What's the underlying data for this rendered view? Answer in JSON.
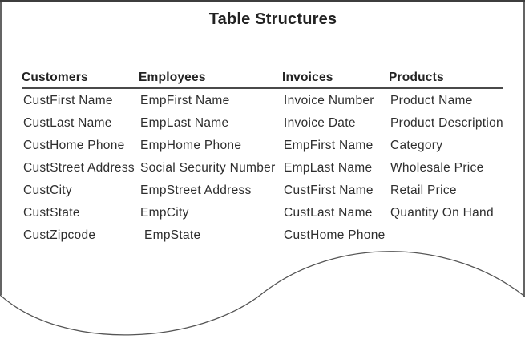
{
  "title": "Table Structures",
  "tables": [
    {
      "name": "Customers",
      "fields": [
        "CustFirst Name",
        "CustLast Name",
        "CustHome Phone",
        "CustStreet Address",
        "CustCity",
        "CustState",
        "CustZipcode"
      ]
    },
    {
      "name": "Employees",
      "fields": [
        "EmpFirst Name",
        "EmpLast Name",
        "EmpHome Phone",
        "Social Security Number",
        "EmpStreet Address",
        "EmpCity",
        {
          "label": "EmpState",
          "indent": 5
        }
      ]
    },
    {
      "name": "Invoices",
      "fields": [
        "Invoice Number",
        "Invoice Date",
        "EmpFirst Name",
        "EmpLast Name",
        "CustFirst Name",
        "CustLast Name",
        "CustHome Phone"
      ]
    },
    {
      "name": "Products",
      "fields": [
        "Product Name",
        "Product Description",
        "Category",
        "Wholesale Price",
        "Retail Price",
        "Quantity On Hand"
      ]
    }
  ],
  "colors": {
    "frame": "#3d3d3d",
    "rule": "#4a4a4a",
    "torn_edge": "#555555",
    "text": "#2e2e2e",
    "background": "#ffffff"
  }
}
